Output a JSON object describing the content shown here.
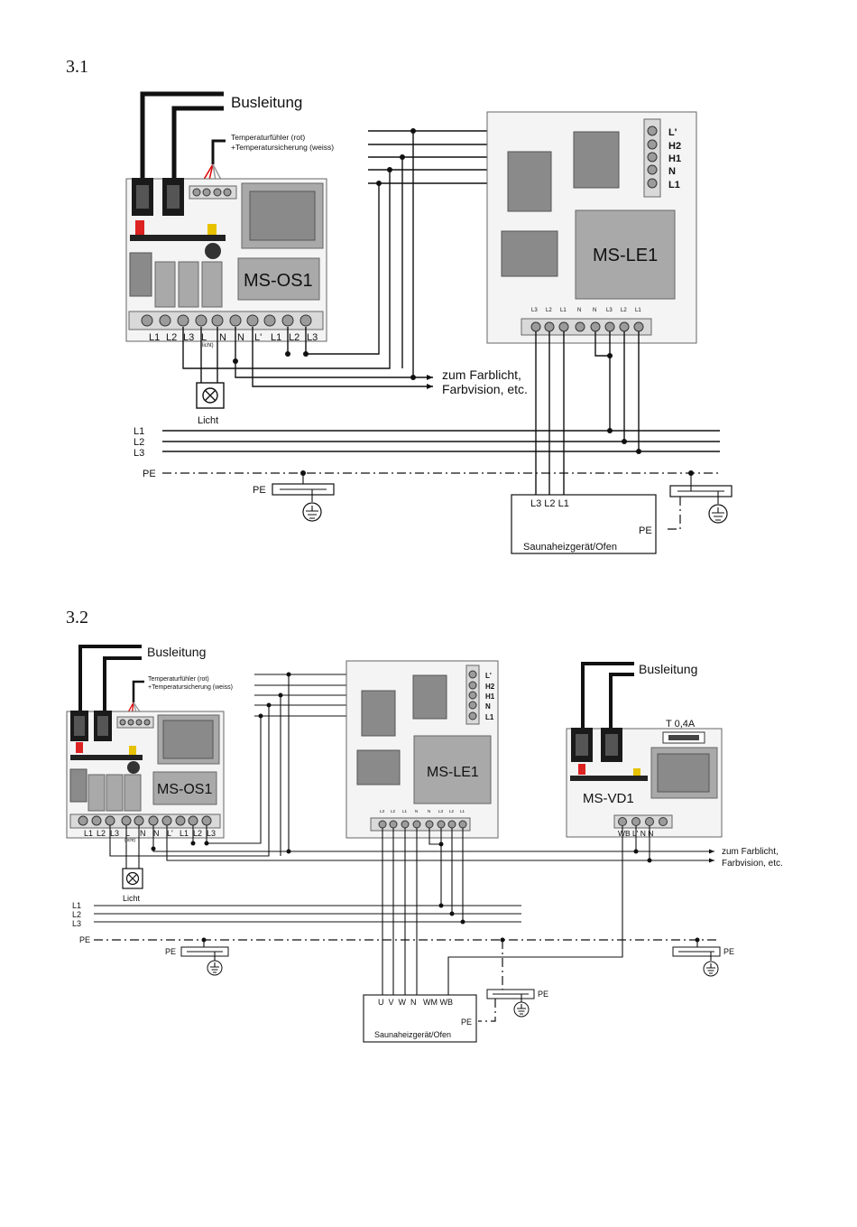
{
  "sections": {
    "s1": "3.1",
    "s2": "3.2"
  },
  "labels": {
    "busleitung": "Busleitung",
    "sensor_line1": "Temperaturfühler (rot)",
    "sensor_line2": "+Temperatursicherung (weiss)",
    "licht": "Licht",
    "licht_small": "(licht)",
    "farblicht_1": "zum Farblicht,",
    "farblicht_2": "Farbvision, etc.",
    "pe": "PE",
    "l1": "L1",
    "l2": "L2",
    "l3": "L3",
    "oven": "Saunaheizgerät/Ofen",
    "fuse": "T 0,4A"
  },
  "devices": {
    "os1": "MS-OS1",
    "le1": "MS-LE1",
    "vd1": "MS-VD1"
  },
  "os1_terminals": [
    "L1",
    "L2",
    "L3",
    "L",
    "N",
    "N",
    "L'",
    "L1",
    "L2",
    "L3"
  ],
  "le1_side_terminals": [
    "L'",
    "H2",
    "H1",
    "N",
    "L1"
  ],
  "le1_bottom_terminals": [
    "L3",
    "L2",
    "L1",
    "N",
    "N",
    "L3",
    "L2",
    "L1"
  ],
  "oven1_terminals": "L3 L2 L1",
  "oven2_terminals": "U  V  W  N   WM WB",
  "vd1_terminals": "WB L'  N   N"
}
